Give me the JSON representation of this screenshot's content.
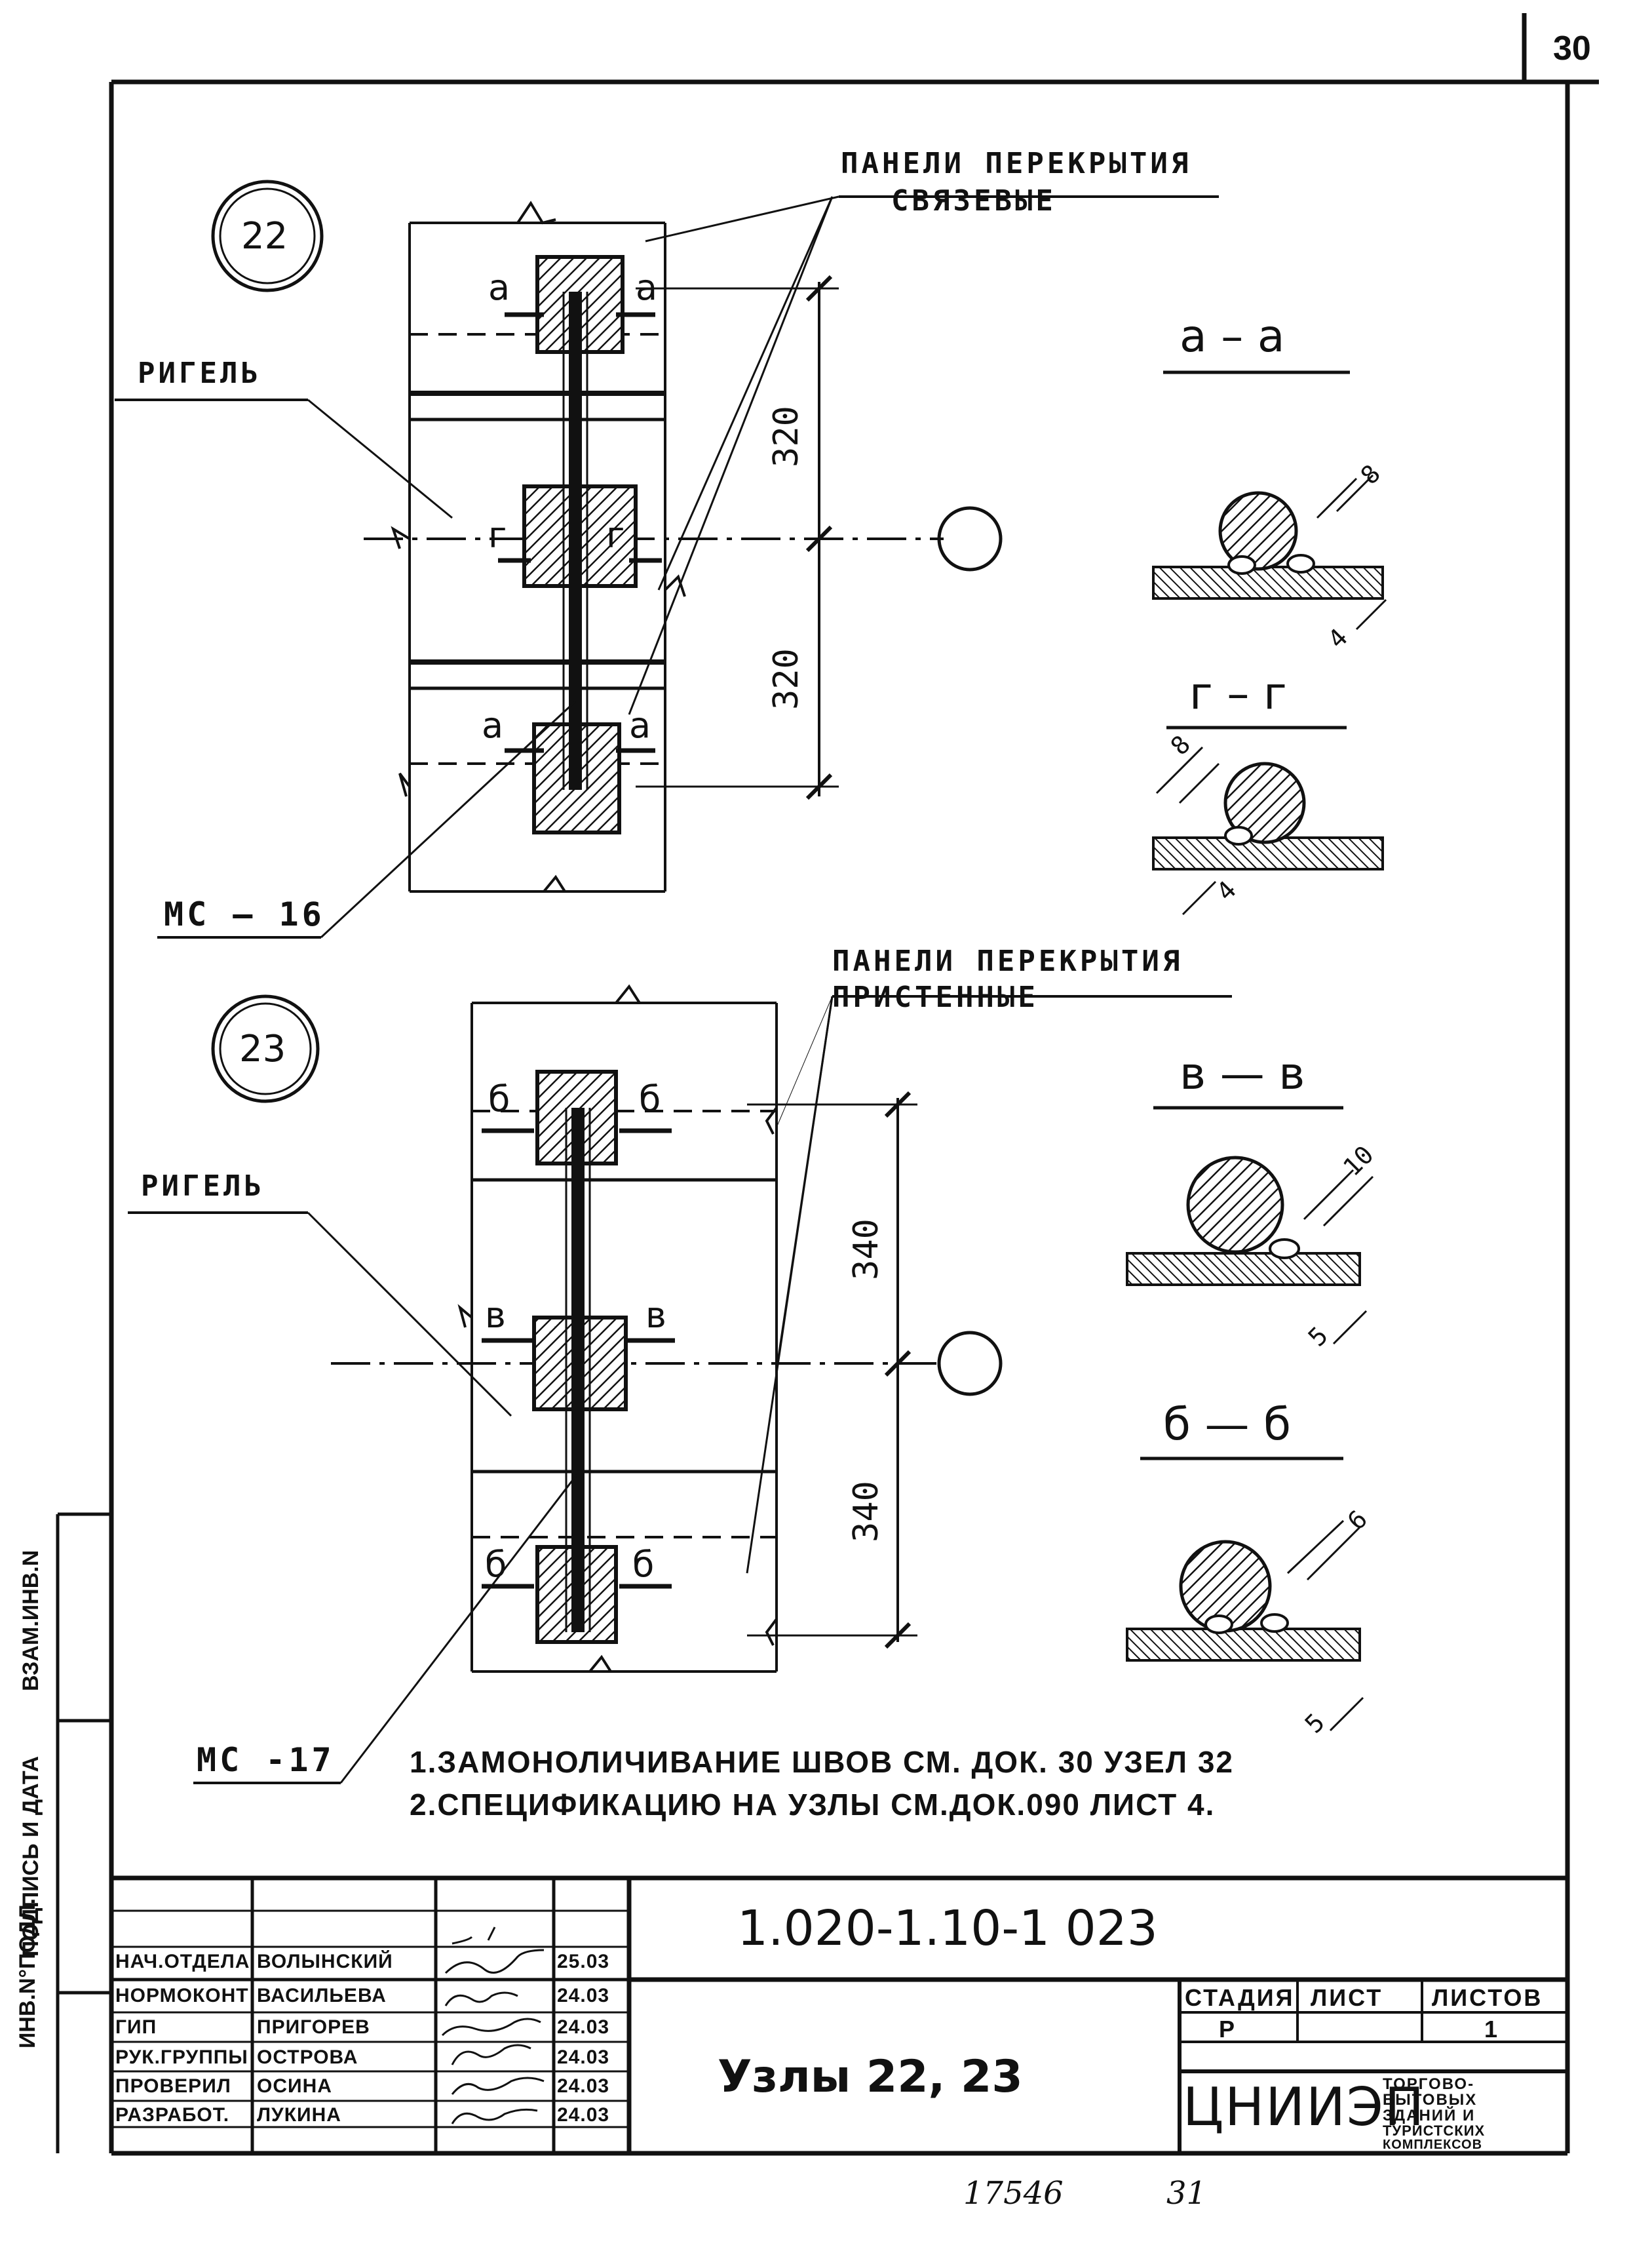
{
  "page_number": "30",
  "labels": {
    "panels_link_l1": "ПАНЕЛИ ПЕРЕКРЫТИЯ",
    "panels_link_l2": "СВЯЗЕВЫЕ",
    "panels_wall_l1": "ПАНЕЛИ ПЕРЕКРЫТИЯ",
    "panels_wall_l2": "ПРИСТЕННЫЕ",
    "rigel_top": "РИГЕЛЬ",
    "rigel_bottom": "РИГЕЛЬ",
    "mc16": "МС – 16",
    "mc17": "МС -17"
  },
  "nodes": {
    "node22": "22",
    "node23": "23"
  },
  "dims": {
    "d320_a": "320",
    "d320_b": "320",
    "d340_a": "340",
    "d340_b": "340"
  },
  "marks": {
    "a": "а",
    "g": "г",
    "b": "б",
    "v": "в"
  },
  "sections": {
    "aa": {
      "title": "а – а",
      "weld": "8",
      "plate": "4"
    },
    "gg": {
      "title": "г – г",
      "weld": "8",
      "plate": "4"
    },
    "vv": {
      "title": "в — в",
      "weld": "10",
      "plate": "5"
    },
    "bb": {
      "title": "б — б",
      "weld": "6",
      "plate": "5"
    }
  },
  "notes": {
    "n1": "1.ЗАМОНОЛИЧИВАНИЕ  ШВОВ СМ. ДОК. 30 УЗЕЛ 32",
    "n2": "2.СПЕЦИФИКАЦИЮ  НА  УЗЛЫ  СМ.ДОК.090 ЛИСТ 4."
  },
  "side_stamp": {
    "inv": "ИНВ.N°ПОДЛ.",
    "sign_date": "ПОДПИСЬ И ДАТА",
    "replace": "ВЗАМ.ИНВ.N"
  },
  "title_block": {
    "doc_code": "1.020-1.10-1 023",
    "title": "Узлы  22, 23",
    "stage_header": "СТАДИЯ",
    "sheet_header": "ЛИСТ",
    "sheets_header": "ЛИСТОВ",
    "stage": "Р",
    "sheet": "",
    "sheets": "1",
    "org": "ЦНИИЭП",
    "org_desc": [
      "ТОРГОВО-",
      "БЫТОВЫХ",
      "ЗДАНИЙ И",
      "ТУРИСТСКИХ",
      "КОМПЛЕКСОВ"
    ],
    "staff": [
      {
        "role": "НАЧ.ОТДЕЛА",
        "name": "ВОЛЫНСКИЙ",
        "date": "25.03"
      },
      {
        "role": "НОРМОКОНТ",
        "name": "ВАСИЛЬЕВА",
        "date": "24.03"
      },
      {
        "role": "ГИП",
        "name": "ПРИГОРЕВ",
        "date": "24.03"
      },
      {
        "role": "РУК.ГРУППЫ",
        "name": "ОСТРОВА",
        "date": "24.03"
      },
      {
        "role": "ПРОВЕРИЛ",
        "name": "ОСИНА",
        "date": "24.03"
      },
      {
        "role": "РАЗРАБОТ.",
        "name": "ЛУКИНА",
        "date": "24.03"
      }
    ]
  },
  "footer": {
    "archive_no": "17546",
    "doc_no": "31"
  }
}
